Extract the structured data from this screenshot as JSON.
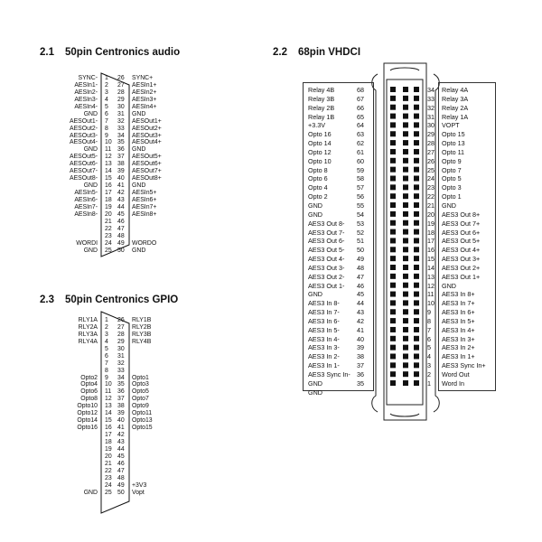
{
  "sec_audio": {
    "num": "2.1",
    "title": "50pin Centronics audio"
  },
  "sec_vhdci": {
    "num": "2.2",
    "title": "68pin VHDCI"
  },
  "sec_gpio": {
    "num": "2.3",
    "title": "50pin Centronics GPIO"
  },
  "audio": {
    "left_labels": [
      "SYNC-",
      "AESIn1-",
      "AESIn2-",
      "AESIn3-",
      "AESIn4-",
      "GND",
      "AESOut1-",
      "AESOut2-",
      "AESOut3-",
      "AESOut4-",
      "GND",
      "AESOut5-",
      "AESOut6-",
      "AESOut7-",
      "AESOut8-",
      "GND",
      "AESIn5-",
      "AESIn6-",
      "AESIn7-",
      "AESIn8-",
      "",
      "",
      "",
      "WORDI",
      "GND"
    ],
    "left_nums": [
      "1",
      "2",
      "3",
      "4",
      "5",
      "6",
      "7",
      "8",
      "9",
      "10",
      "11",
      "12",
      "13",
      "14",
      "15",
      "16",
      "17",
      "18",
      "19",
      "20",
      "21",
      "22",
      "23",
      "24",
      "25"
    ],
    "right_nums": [
      "26",
      "27",
      "28",
      "29",
      "30",
      "31",
      "32",
      "33",
      "34",
      "35",
      "36",
      "37",
      "38",
      "39",
      "40",
      "41",
      "42",
      "43",
      "44",
      "45",
      "46",
      "47",
      "48",
      "49",
      "50"
    ],
    "right_labels": [
      "SYNC+",
      "AESIn1+",
      "AESIn2+",
      "AESIn3+",
      "AESIn4+",
      "GND",
      "AESOut1+",
      "AESOut2+",
      "AESOut3+",
      "AESOut4+",
      "GND",
      "AESOut5+",
      "AESOut6+",
      "AESOut7+",
      "AESOut8+",
      "GND",
      "AESIn5+",
      "AESIn6+",
      "AESIn7+",
      "AESIn8+",
      "",
      "",
      "",
      "WORDO",
      "GND"
    ]
  },
  "gpio": {
    "left_labels": [
      "RLY1A",
      "RLY2A",
      "RLY3A",
      "RLY4A",
      "",
      "",
      "",
      "",
      "Opto2",
      "Opto4",
      "Opto6",
      "Opto8",
      "Opto10",
      "Opto12",
      "Opto14",
      "Opto16",
      "",
      "",
      "",
      "",
      "",
      "",
      "",
      "",
      "GND"
    ],
    "left_nums": [
      "1",
      "2",
      "3",
      "4",
      "5",
      "6",
      "7",
      "8",
      "9",
      "10",
      "11",
      "12",
      "13",
      "14",
      "15",
      "16",
      "17",
      "18",
      "19",
      "20",
      "21",
      "22",
      "23",
      "24",
      "25"
    ],
    "right_nums": [
      "26",
      "27",
      "28",
      "29",
      "30",
      "31",
      "32",
      "33",
      "34",
      "35",
      "36",
      "37",
      "38",
      "39",
      "40",
      "41",
      "42",
      "43",
      "44",
      "45",
      "46",
      "47",
      "48",
      "49",
      "50"
    ],
    "right_labels": [
      "RLY1B",
      "RLY2B",
      "RLY3B",
      "RLY4B",
      "",
      "",
      "",
      "",
      "Opto1",
      "Opto3",
      "Opto5",
      "Opto7",
      "Opto9",
      "Opto11",
      "Opto13",
      "Opto15",
      "",
      "",
      "",
      "",
      "",
      "",
      "",
      "+3V3",
      "Vopt"
    ]
  },
  "vhdci": {
    "left_labels": [
      "Relay 4B",
      "Relay 3B",
      "Relay 2B",
      "Relay 1B",
      "+3.3V",
      "Opto 16",
      "Opto 14",
      "Opto 12",
      "Opto 10",
      "Opto 8",
      "Opto 6",
      "Opto 4",
      "Opto 2",
      "GND",
      "GND",
      "AES3 Out 8-",
      "AES3 Out 7-",
      "AES3 Out 6-",
      "AES3 Out 5-",
      "AES3 Out 4-",
      "AES3 Out 3-",
      "AES3 Out 2-",
      "AES3 Out 1-",
      "GND",
      "AES3 In 8-",
      "AES3 In 7-",
      "AES3 In 6-",
      "AES3 In 5-",
      "AES3 In 4-",
      "AES3 In 3-",
      "AES3 In 2-",
      "AES3 In 1-",
      "AES3 Sync In-",
      "GND",
      "GND"
    ],
    "left_nums": [
      "68",
      "67",
      "66",
      "65",
      "64",
      "63",
      "62",
      "61",
      "60",
      "59",
      "58",
      "57",
      "56",
      "55",
      "54",
      "53",
      "52",
      "51",
      "50",
      "49",
      "48",
      "47",
      "46",
      "45",
      "44",
      "43",
      "42",
      "41",
      "40",
      "39",
      "38",
      "37",
      "36",
      "35"
    ],
    "right_nums": [
      "34",
      "33",
      "32",
      "31",
      "30",
      "29",
      "28",
      "27",
      "26",
      "25",
      "24",
      "23",
      "22",
      "21",
      "20",
      "19",
      "18",
      "17",
      "16",
      "15",
      "14",
      "13",
      "12",
      "11",
      "10",
      "9",
      "8",
      "7",
      "6",
      "5",
      "4",
      "3",
      "2",
      "1"
    ],
    "right_labels": [
      "Relay 4A",
      "Relay 3A",
      "Relay 2A",
      "Relay 1A",
      "VOPT",
      "Opto 15",
      "Opto 13",
      "Opto 11",
      "Opto 9",
      "Opto 7",
      "Opto 5",
      "Opto 3",
      "Opto 1",
      "GND",
      "AES3 Out 8+",
      "AES3 Out 7+",
      "AES3 Out 6+",
      "AES3 Out 5+",
      "AES3 Out 4+",
      "AES3 Out 3+",
      "AES3 Out 2+",
      "AES3 Out 1+",
      "GND",
      "AES3 In 8+",
      "AES3 In 7+",
      "AES3 In 6+",
      "AES3 In 5+",
      "AES3 In 4+",
      "AES3 In 3+",
      "AES3 In 2+",
      "AES3 In 1+",
      "AES3 Sync In+",
      "Word Out",
      "Word In"
    ]
  }
}
